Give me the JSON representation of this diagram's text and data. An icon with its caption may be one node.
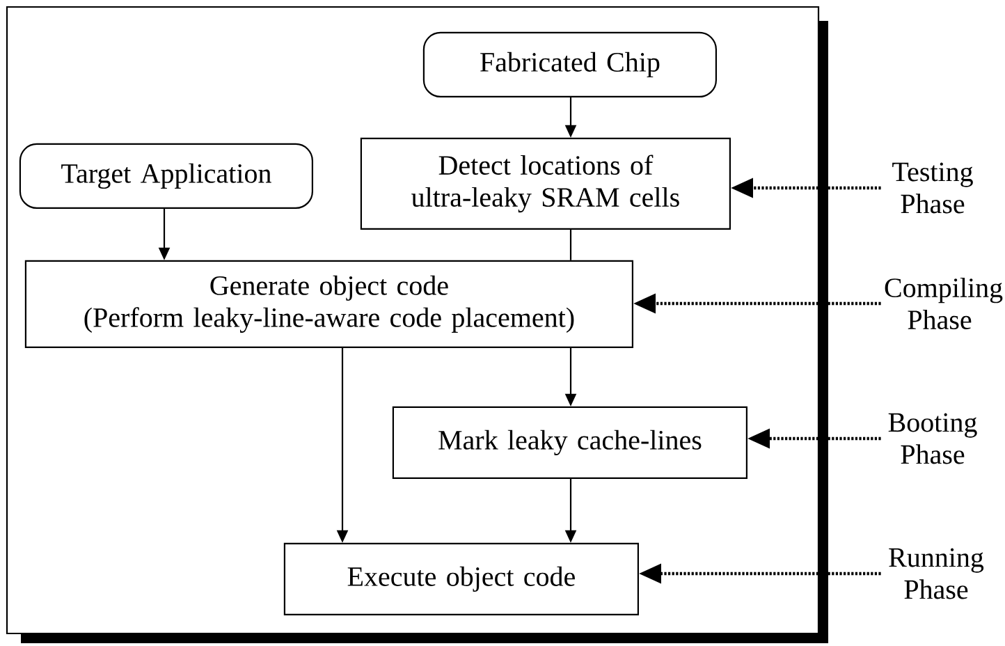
{
  "diagram": {
    "nodes": [
      {
        "text": [],
        "shape": "box"
      },
      {
        "text": [
          "Fabricated Chip"
        ],
        "in": 0
      },
      {
        "text": [
          "Detect locations of ultra-leaky SRAM cells"
        ],
        "in": 0
      },
      {
        "text": [
          "Target Application"
        ],
        "in": 0
      },
      {
        "text": [
          "Generate object code",
          "(Perform leaky-line-aware code placement)"
        ],
        "in": 0
      },
      {
        "text": [
          "Mark leaky cache-lines"
        ],
        "in": 0
      },
      {
        "text": [
          "Execute object code"
        ],
        "in": 0
      },
      {
        "text": [
          "Testing Phase"
        ]
      },
      {
        "text": [
          "Compiling Phase"
        ]
      },
      {
        "text": [
          "Booting Phase"
        ]
      },
      {
        "text": [
          "Running Phase"
        ]
      }
    ],
    "edges": [
      {
        "from": 1,
        "to": 2,
        "arrow": "to"
      },
      {
        "from": 3,
        "to": 4,
        "arrow": "to"
      },
      {
        "from": 2,
        "to": 4,
        "arrow": "none"
      },
      {
        "from": 4,
        "to": 5,
        "arrow": "to"
      },
      {
        "from": 4,
        "to": 6,
        "arrow": "to"
      },
      {
        "from": 5,
        "to": 6,
        "arrow": "to"
      },
      {
        "from": 7,
        "to": 2,
        "arrow": "to",
        "style": "dashed"
      },
      {
        "from": 8,
        "to": 4,
        "arrow": "to",
        "style": "dashed"
      },
      {
        "from": 9,
        "to": 5,
        "arrow": "to",
        "style": "dashed"
      },
      {
        "from": 10,
        "to": 6,
        "arrow": "to",
        "style": "dashed"
      }
    ]
  }
}
